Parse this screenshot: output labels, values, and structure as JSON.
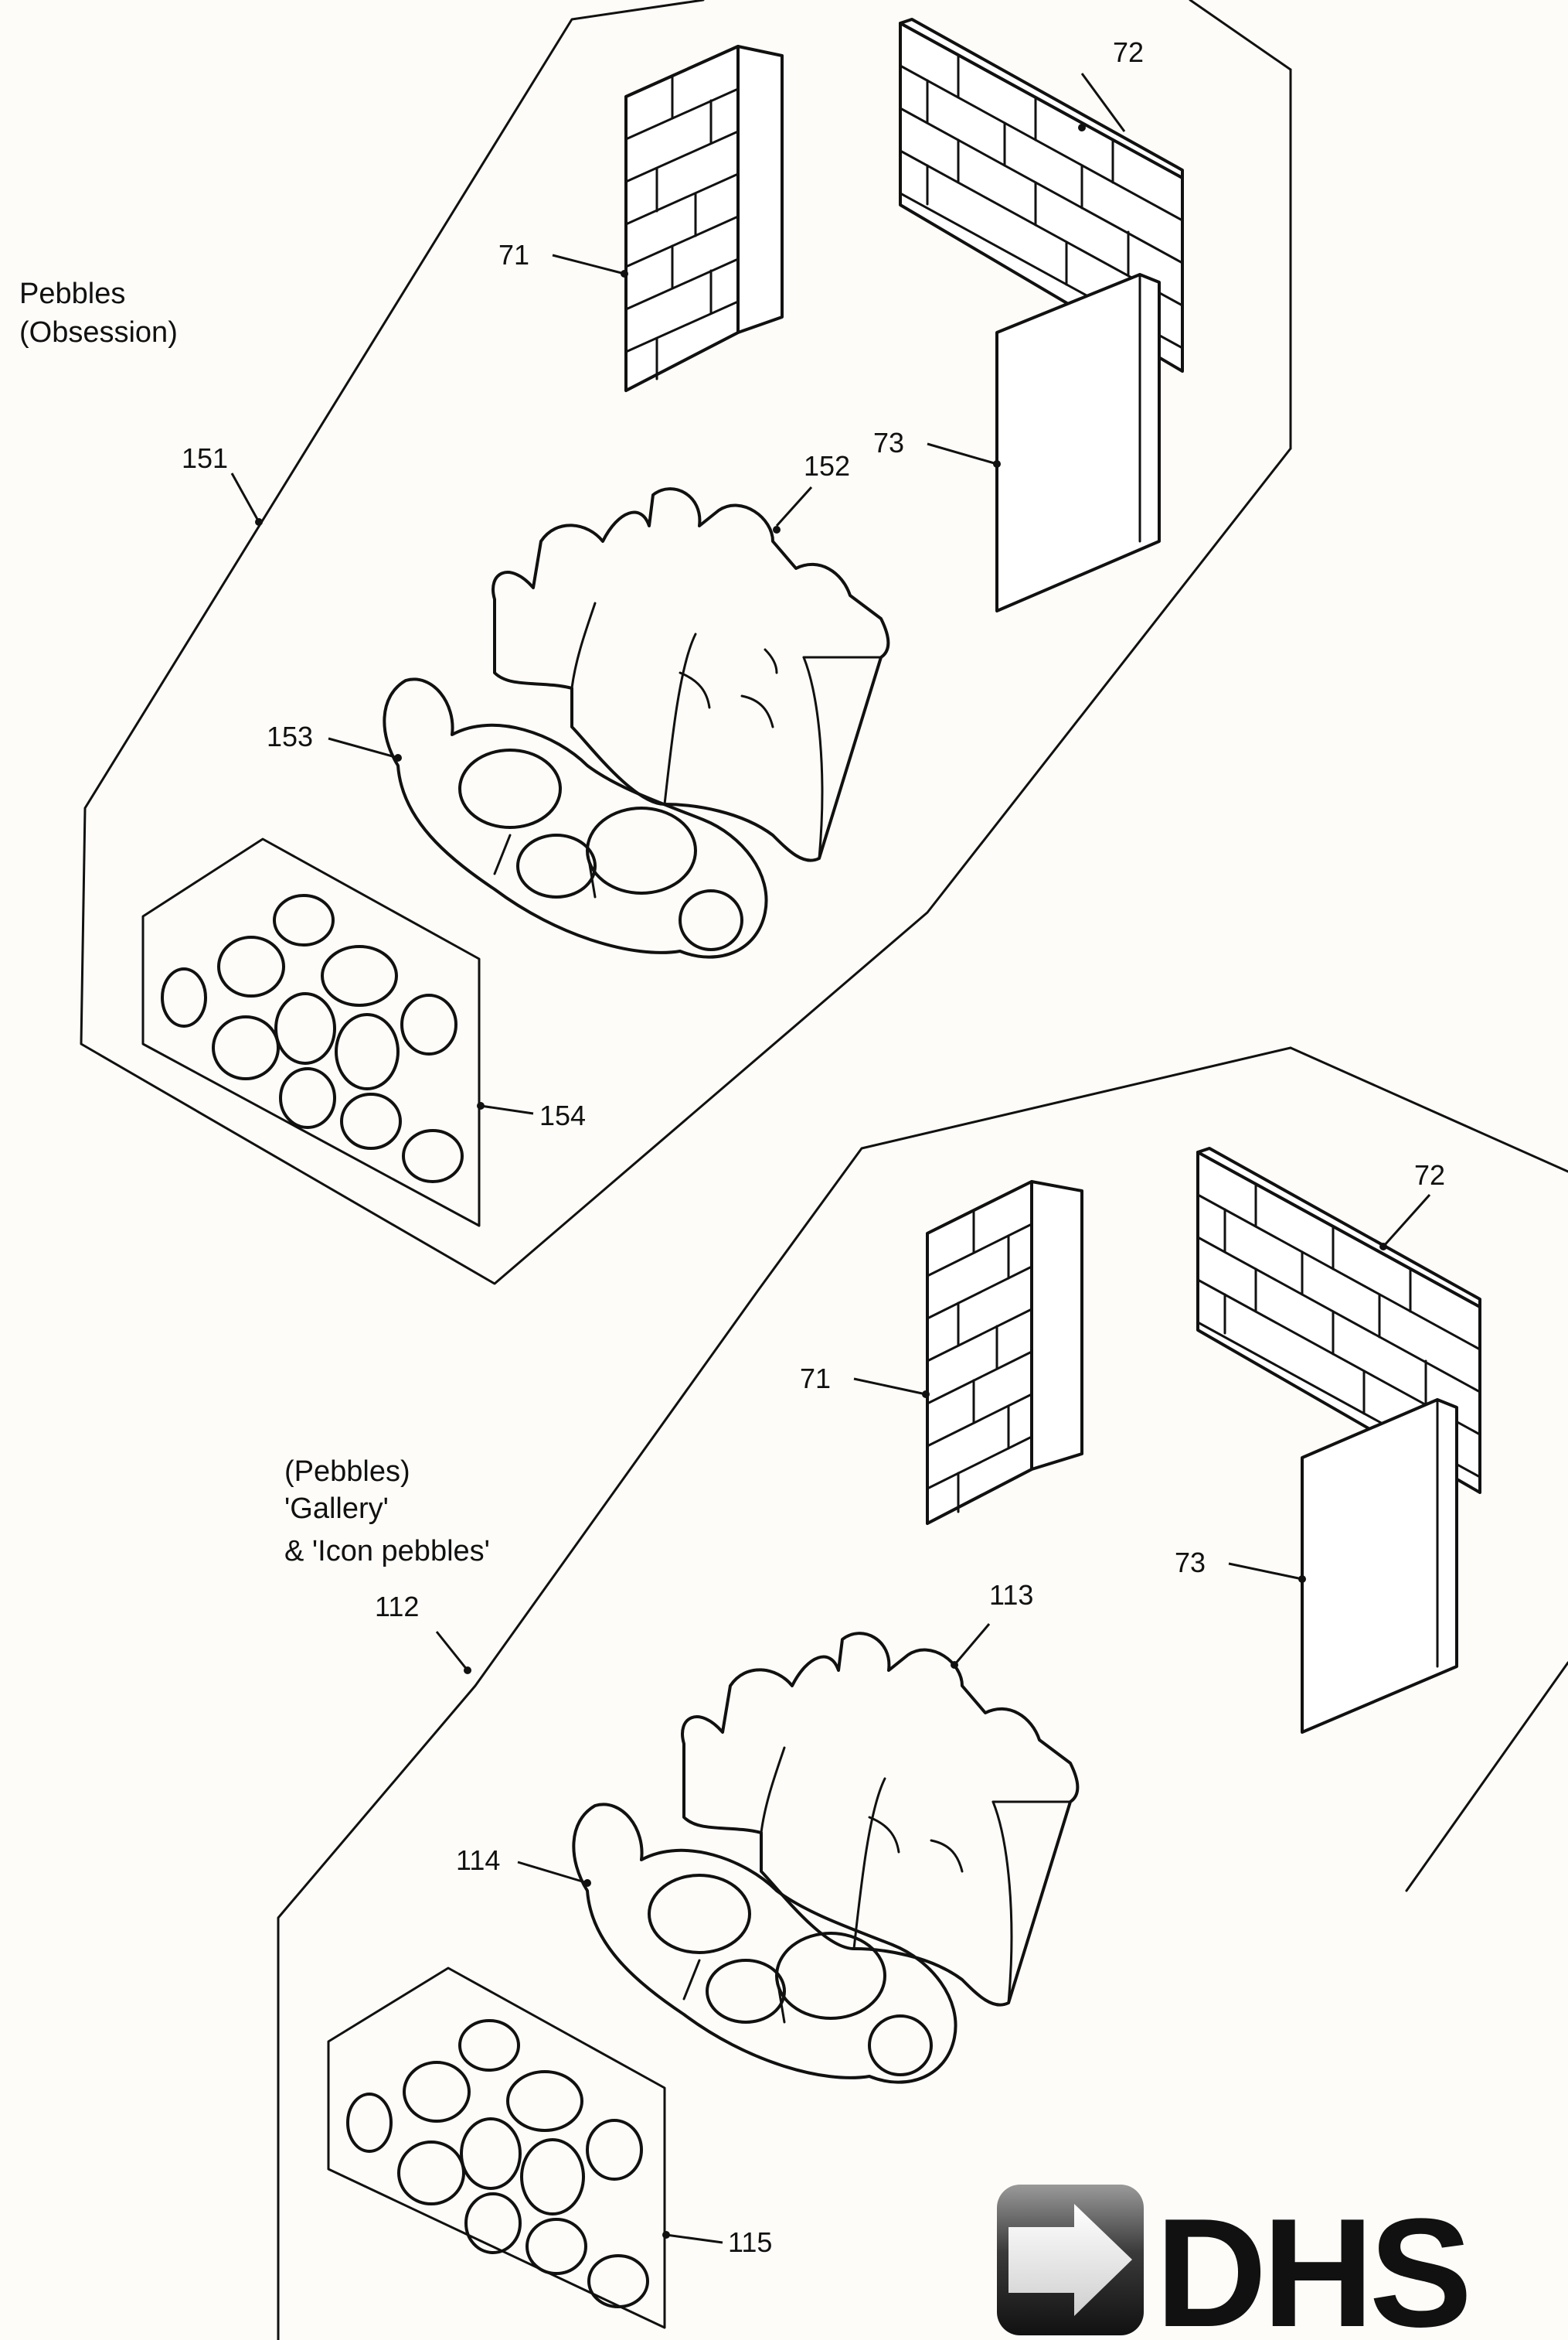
{
  "top_section": {
    "heading": [
      "Pebbles",
      "(Obsession)"
    ],
    "callouts": {
      "outline": "151",
      "left_wall": "71",
      "back_wall": "72",
      "side_panel": "73",
      "rear_log": "152",
      "front_log": "153",
      "pebble_tray": "154"
    }
  },
  "bottom_section": {
    "heading": [
      "(Pebbles)",
      "'Gallery'",
      "& 'Icon pebbles'"
    ],
    "callouts": {
      "outline": "112",
      "left_wall": "71",
      "back_wall": "72",
      "side_panel": "73",
      "rear_log": "113",
      "front_log": "114",
      "pebble_tray": "115"
    }
  },
  "logo": {
    "text": "DHS",
    "icon": "arrow-right-icon"
  }
}
